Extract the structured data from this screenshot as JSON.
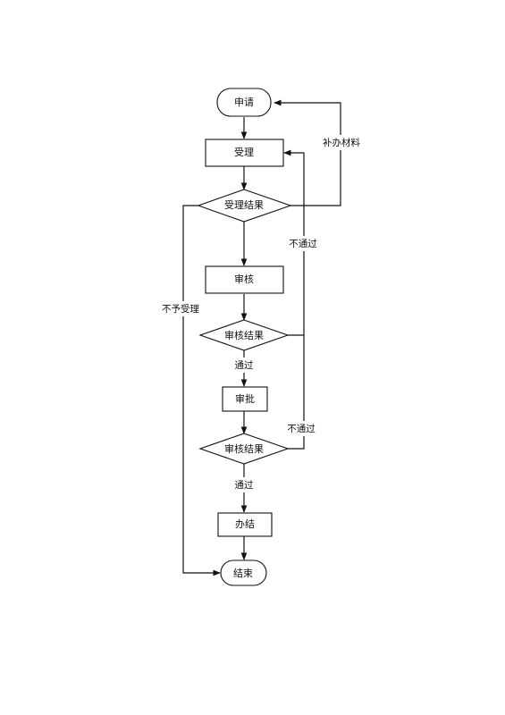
{
  "nodes": {
    "apply": "申请",
    "accept": "受理",
    "accept_result": "受理结果",
    "review": "审核",
    "review_result_1": "审核结果",
    "approve": "审批",
    "review_result_2": "审核结果",
    "complete": "办结",
    "end": "结束"
  },
  "edge_labels": {
    "supplement": "补办材料",
    "reject_accept": "不予受理",
    "fail_1": "不通过",
    "pass_1": "通过",
    "fail_2": "不通过",
    "pass_2": "通过"
  }
}
